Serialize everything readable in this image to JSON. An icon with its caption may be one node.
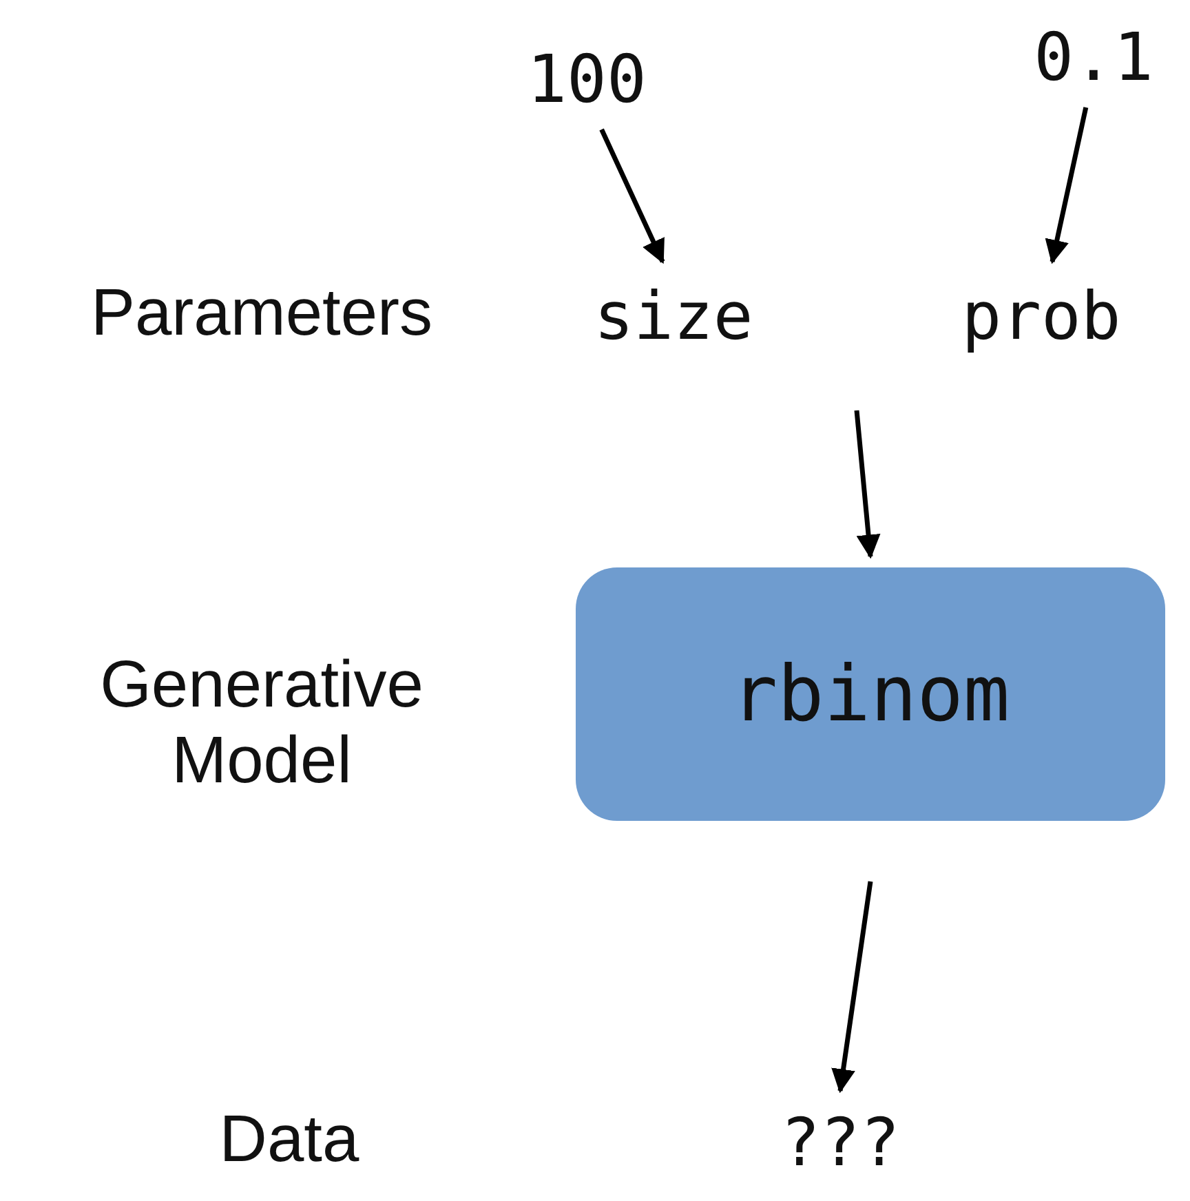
{
  "diagram": {
    "nodes": [
      {
        "text": [
          "100"
        ]
      },
      {
        "text": [
          "0.1"
        ]
      },
      {
        "text": [
          "size"
        ]
      },
      {
        "text": [
          "prob"
        ]
      },
      {
        "text": [
          "rbinom"
        ]
      },
      {
        "text": [
          "???"
        ]
      }
    ],
    "edges": [
      {
        "from": 0,
        "to": 2,
        "arrow": "to"
      },
      {
        "from": 1,
        "to": 3,
        "arrow": "to"
      },
      {
        "from": null,
        "to": 4,
        "arrow": "to"
      },
      {
        "from": 4,
        "to": 5,
        "arrow": "to"
      }
    ],
    "labels": [
      "Parameters",
      "Generative Model",
      "Data"
    ]
  }
}
